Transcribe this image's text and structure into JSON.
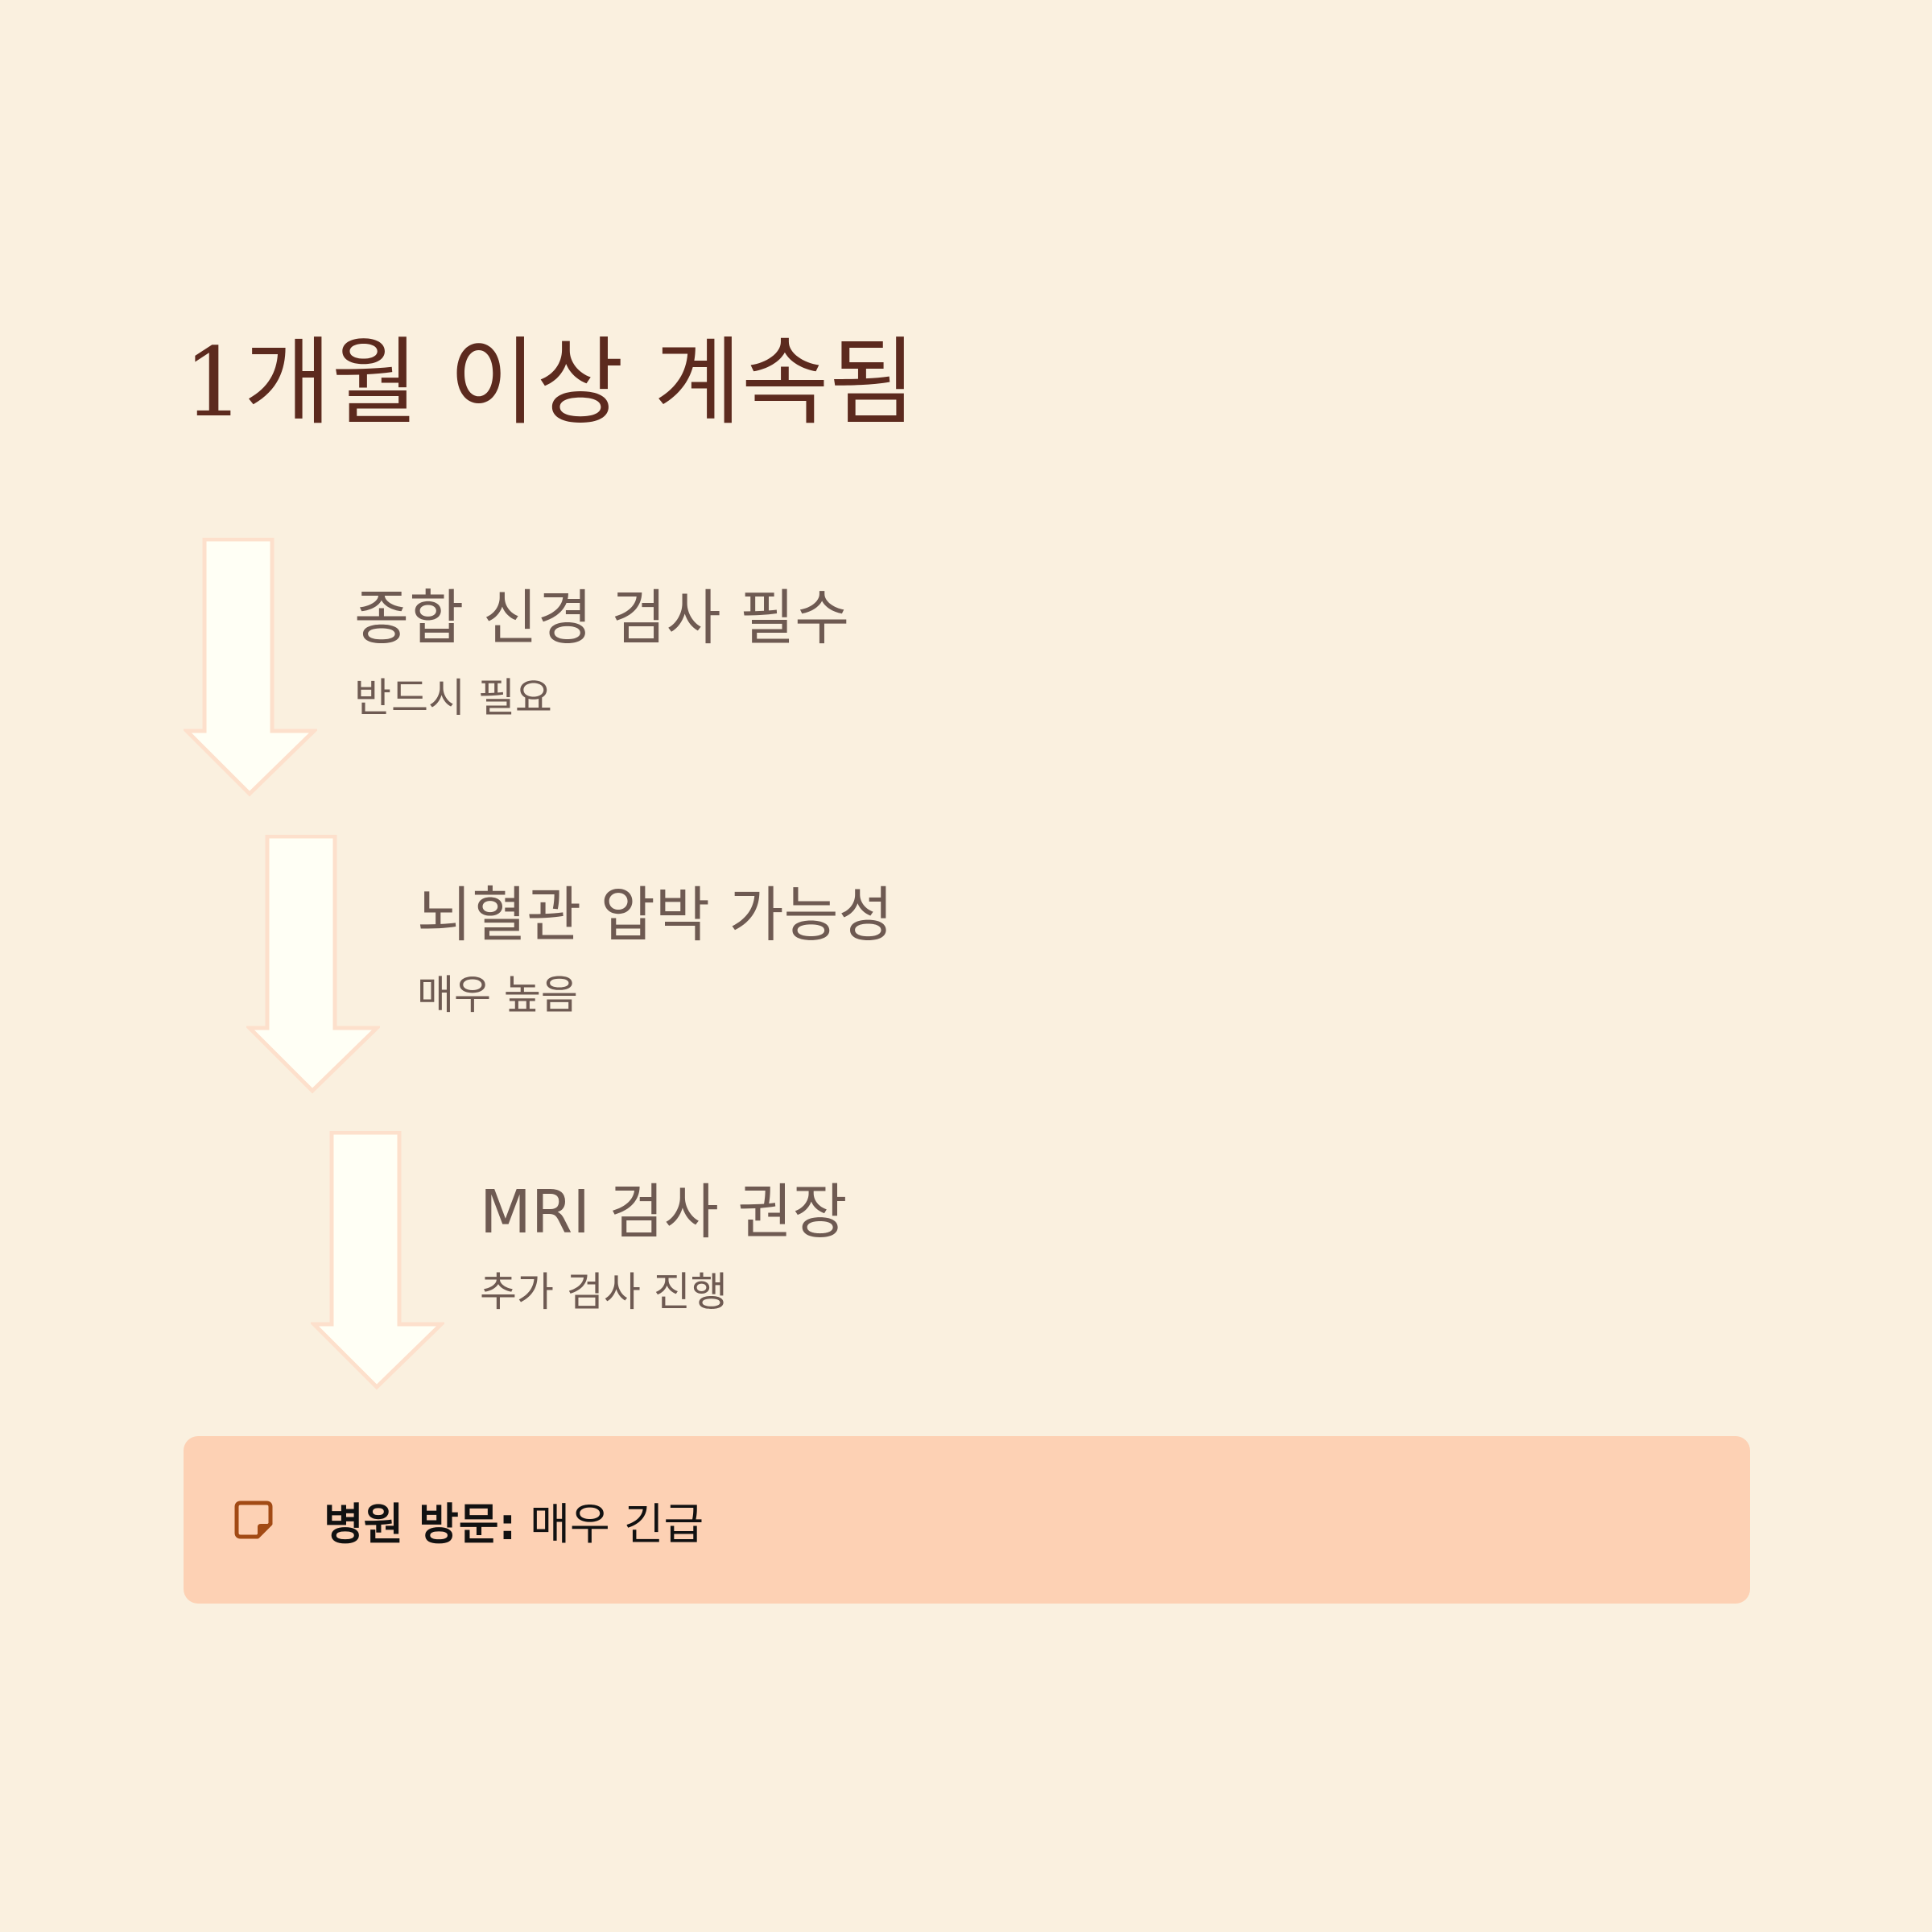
{
  "title": "1개월 이상 계속됨",
  "steps": [
    {
      "heading": "종합 신경 검사 필수",
      "sub": "반드시 필요"
    },
    {
      "heading": "뇌혈관 압박 가능성",
      "sub": "매우 높음"
    },
    {
      "heading": "MRI 검사 권장",
      "sub": "추가 검사 진행"
    }
  ],
  "notice": {
    "icon": "sticky-note-icon",
    "label": "병원 방문:",
    "value": " 매우 긴급"
  },
  "colors": {
    "background": "#faf0df",
    "title": "#5c2a1e",
    "step_text": "#6e5a52",
    "arrow_fill": "#fffff5",
    "arrow_stroke": "#fde0cc",
    "notice_bg": "#fdd1b4",
    "notice_icon": "#a24a14"
  }
}
